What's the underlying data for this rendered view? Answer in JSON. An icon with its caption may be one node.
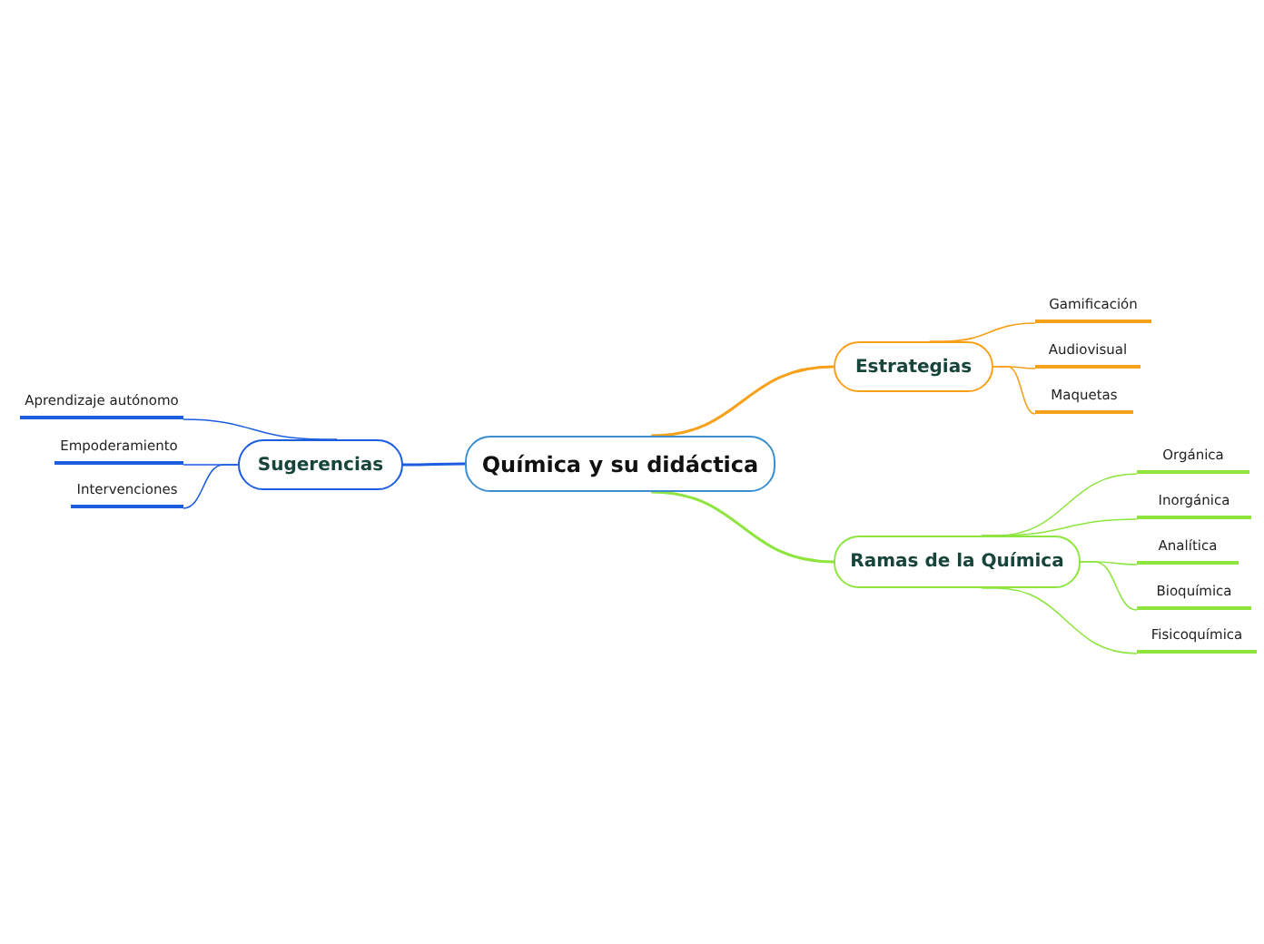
{
  "diagram": {
    "nodes": [
      {
        "text": [
          "Química y su didáctica"
        ]
      },
      {
        "text": [
          "Estrategias"
        ]
      },
      {
        "text": [
          "Gamificación"
        ]
      },
      {
        "text": [
          "Audiovisual"
        ]
      },
      {
        "text": [
          "Maquetas"
        ]
      },
      {
        "text": [
          "Ramas de la Química"
        ]
      },
      {
        "text": [
          "Orgánica"
        ]
      },
      {
        "text": [
          "Inorgánica"
        ]
      },
      {
        "text": [
          "Analítica"
        ]
      },
      {
        "text": [
          "Bioquímica"
        ]
      },
      {
        "text": [
          "Fisicoquímica"
        ]
      },
      {
        "text": [
          "Sugerencias"
        ]
      },
      {
        "text": [
          "Aprendizaje autónomo"
        ]
      },
      {
        "text": [
          "Empoderamiento"
        ]
      },
      {
        "text": [
          "Intervenciones"
        ]
      }
    ],
    "edges": [
      {
        "from": 0,
        "to": 1,
        "arrow": "none",
        "color": "#f7a11a"
      },
      {
        "from": 1,
        "to": 2,
        "arrow": "none",
        "color": "#f7a11a"
      },
      {
        "from": 1,
        "to": 3,
        "arrow": "none",
        "color": "#f7a11a"
      },
      {
        "from": 1,
        "to": 4,
        "arrow": "none",
        "color": "#f7a11a"
      },
      {
        "from": 0,
        "to": 5,
        "arrow": "none"
      },
      {
        "from": 5,
        "to": 6,
        "arrow": "none"
      },
      {
        "from": 5,
        "to": 7,
        "arrow": "none"
      },
      {
        "from": 5,
        "to": 8,
        "arrow": "none"
      },
      {
        "from": 5,
        "to": 9,
        "arrow": "none"
      },
      {
        "from": 5,
        "to": 10,
        "arrow": "none"
      },
      {
        "from": 0,
        "to": 11,
        "arrow": "none",
        "color": "#1c5de0"
      },
      {
        "from": 11,
        "to": 12,
        "arrow": "none",
        "color": "#1c5de0"
      },
      {
        "from": 11,
        "to": 13,
        "arrow": "none",
        "color": "#1c5de0"
      },
      {
        "from": 11,
        "to": 14,
        "arrow": "none",
        "color": "#1c5de0"
      }
    ]
  }
}
